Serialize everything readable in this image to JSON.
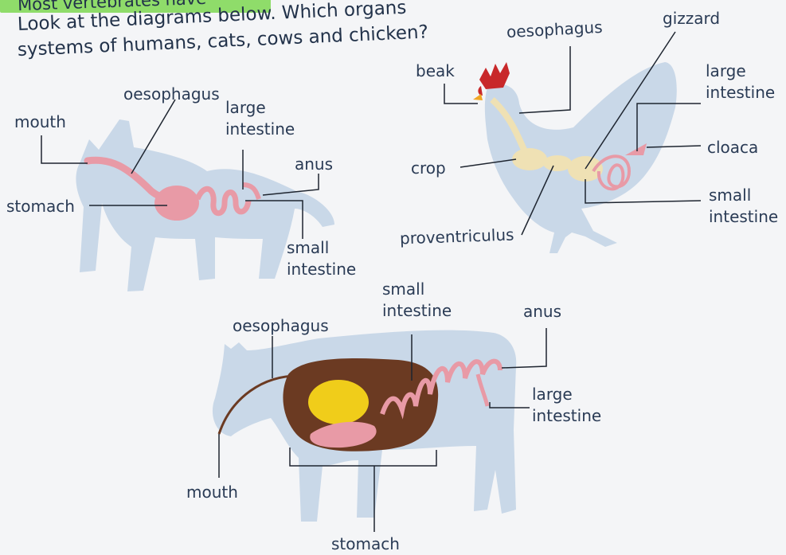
{
  "heading": {
    "line0": "Most vertebrates have",
    "line1": "Look at the diagrams below. Which organs",
    "line2": "systems of humans, cats, cows and chicken?"
  },
  "cat": {
    "mouth": "mouth",
    "oesophagus": "oesophagus",
    "large_intestine": "large\nintestine",
    "anus": "anus",
    "stomach": "stomach",
    "small_intestine": "small\nintestine"
  },
  "chicken": {
    "beak": "beak",
    "oesophagus": "oesophagus",
    "gizzard": "gizzard",
    "large_intestine": "large\nintestine",
    "cloaca": "cloaca",
    "crop": "crop",
    "small_intestine": "small\nintestine",
    "proventriculus": "proventriculus"
  },
  "cow": {
    "small_intestine": "small\nintestine",
    "oesophagus": "oesophagus",
    "anus": "anus",
    "large_intestine": "large\nintestine",
    "mouth": "mouth",
    "stomach": "stomach"
  },
  "colors": {
    "silhouette": "#c9d8e8",
    "organ_pink": "#e89aa6",
    "cow_gut": "#6b3a22",
    "cow_rumen": "#f0cd1a",
    "crop_beige": "#efe1b4",
    "comb_red": "#c8282a",
    "beak_orange": "#f0a624",
    "leader_line": "#1e2530"
  }
}
